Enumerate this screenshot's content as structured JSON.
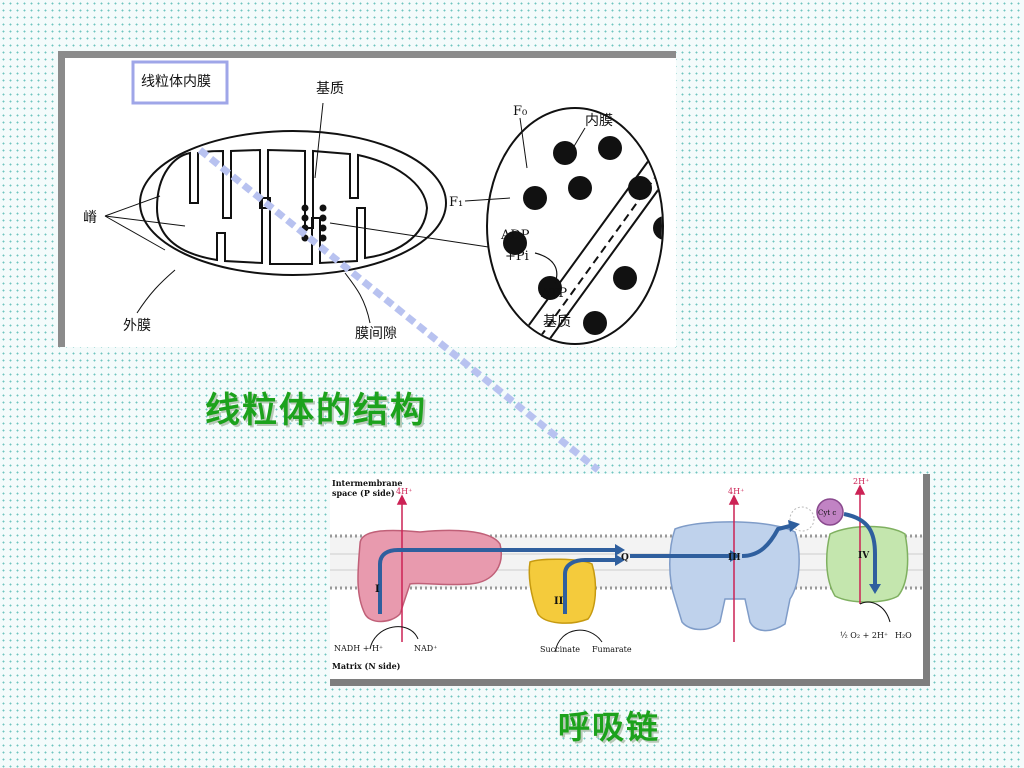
{
  "mitochondrion_figure": {
    "labels": {
      "inner_membrane_box": "线粒体内膜",
      "matrix_top": "基质",
      "cristae": "嵴",
      "outer_membrane": "外膜",
      "intermembrane_space": "膜间隙",
      "f0": "F₀",
      "f1": "F₁",
      "inner_membrane_zoom": "内膜",
      "adp": "ADP",
      "pi": "+Pi",
      "atp": "ATP",
      "matrix_zoom": "基质"
    }
  },
  "caption_structure": "线粒体的结构",
  "respiratory_chain_figure": {
    "intermembrane_label_line1": "Intermembrane",
    "intermembrane_label_line2": "space (P side)",
    "matrix_label": "Matrix (N side)",
    "h_pumped": [
      "4H⁺",
      "4H⁺",
      "2H⁺"
    ],
    "complexes": [
      "I",
      "II",
      "III",
      "IV"
    ],
    "q_label": "Q",
    "cytc_label": "Cyt c",
    "nadh_label": "NADH + H⁺",
    "nad_label": "NAD⁺",
    "succinate_label": "Succinate",
    "fumarate_label": "Fumarate",
    "oxygen_label": "½ O₂ + 2H⁺",
    "water_label": "H₂O"
  },
  "caption_chain": "呼吸链",
  "colors": {
    "caption_green": "#1ca21c",
    "complex_I": "#e48aa0",
    "complex_II": "#f2c83a",
    "complex_III": "#b9cde8",
    "complex_IV": "#bfe2a8",
    "cyt_c": "#b070b0",
    "arrow_blue": "#2f5f9e",
    "h_arrow": "#cc2255",
    "connector": "#b8c2f0"
  }
}
